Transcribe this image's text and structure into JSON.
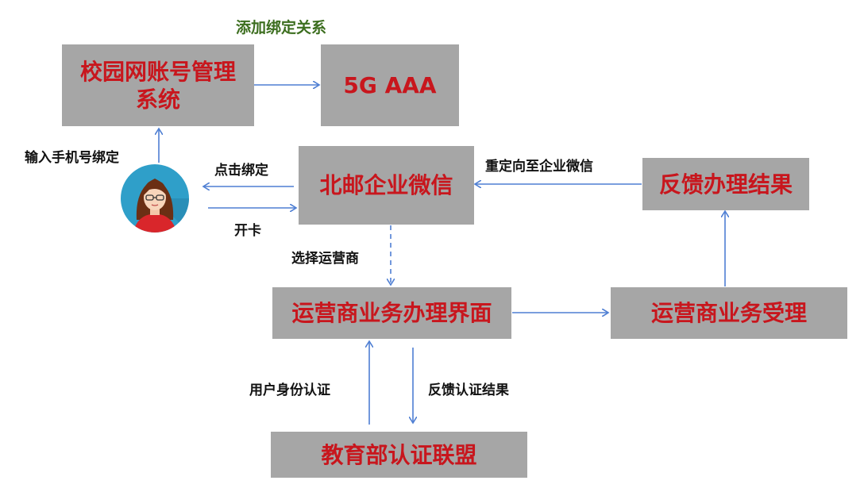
{
  "colors": {
    "box_fill": "#a6a6a6",
    "box_text": "#c8161d",
    "arrow": "#4f7fd3",
    "top_label": "#3c6e1f"
  },
  "top_label": "添加绑定关系",
  "boxes": {
    "campus_account": "校园网账号管理\n系统",
    "aaa": "5G AAA",
    "wecom": "北邮企业微信",
    "feedback_result": "反馈办理结果",
    "carrier_ui": "运营商业务办理界面",
    "carrier_accept": "运营商业务受理",
    "edu_alliance": "教育部认证联盟"
  },
  "edge_labels": {
    "input_phone": "输入手机号绑定",
    "click_bind": "点击绑定",
    "open_card": "开卡",
    "redirect": "重定向至企业微信",
    "select_carrier": "选择运营商",
    "user_id_auth": "用户身份认证",
    "feedback_auth": "反馈认证结果"
  },
  "icons": {
    "user": "user-avatar-icon"
  }
}
